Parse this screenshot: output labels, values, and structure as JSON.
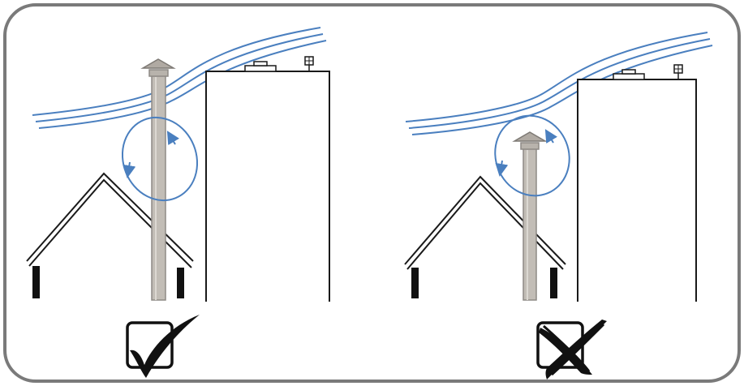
{
  "diagram": {
    "panels": [
      {
        "id": "correct",
        "verdict": "correct",
        "verdict_icon": "checkmark-icon",
        "chimney": "tall",
        "wind": "flows-over-chimney"
      },
      {
        "id": "incorrect",
        "verdict": "incorrect",
        "verdict_icon": "x-mark-icon",
        "chimney": "short",
        "wind": "downdraft-turbulence"
      }
    ],
    "colors": {
      "frame": "#7a7a7a",
      "wind": "#4a7fbf",
      "building": "#1a1a1a",
      "pipe_fill": "#c2bdb6",
      "pipe_edge": "#8e8a85",
      "mark": "#111111"
    }
  }
}
